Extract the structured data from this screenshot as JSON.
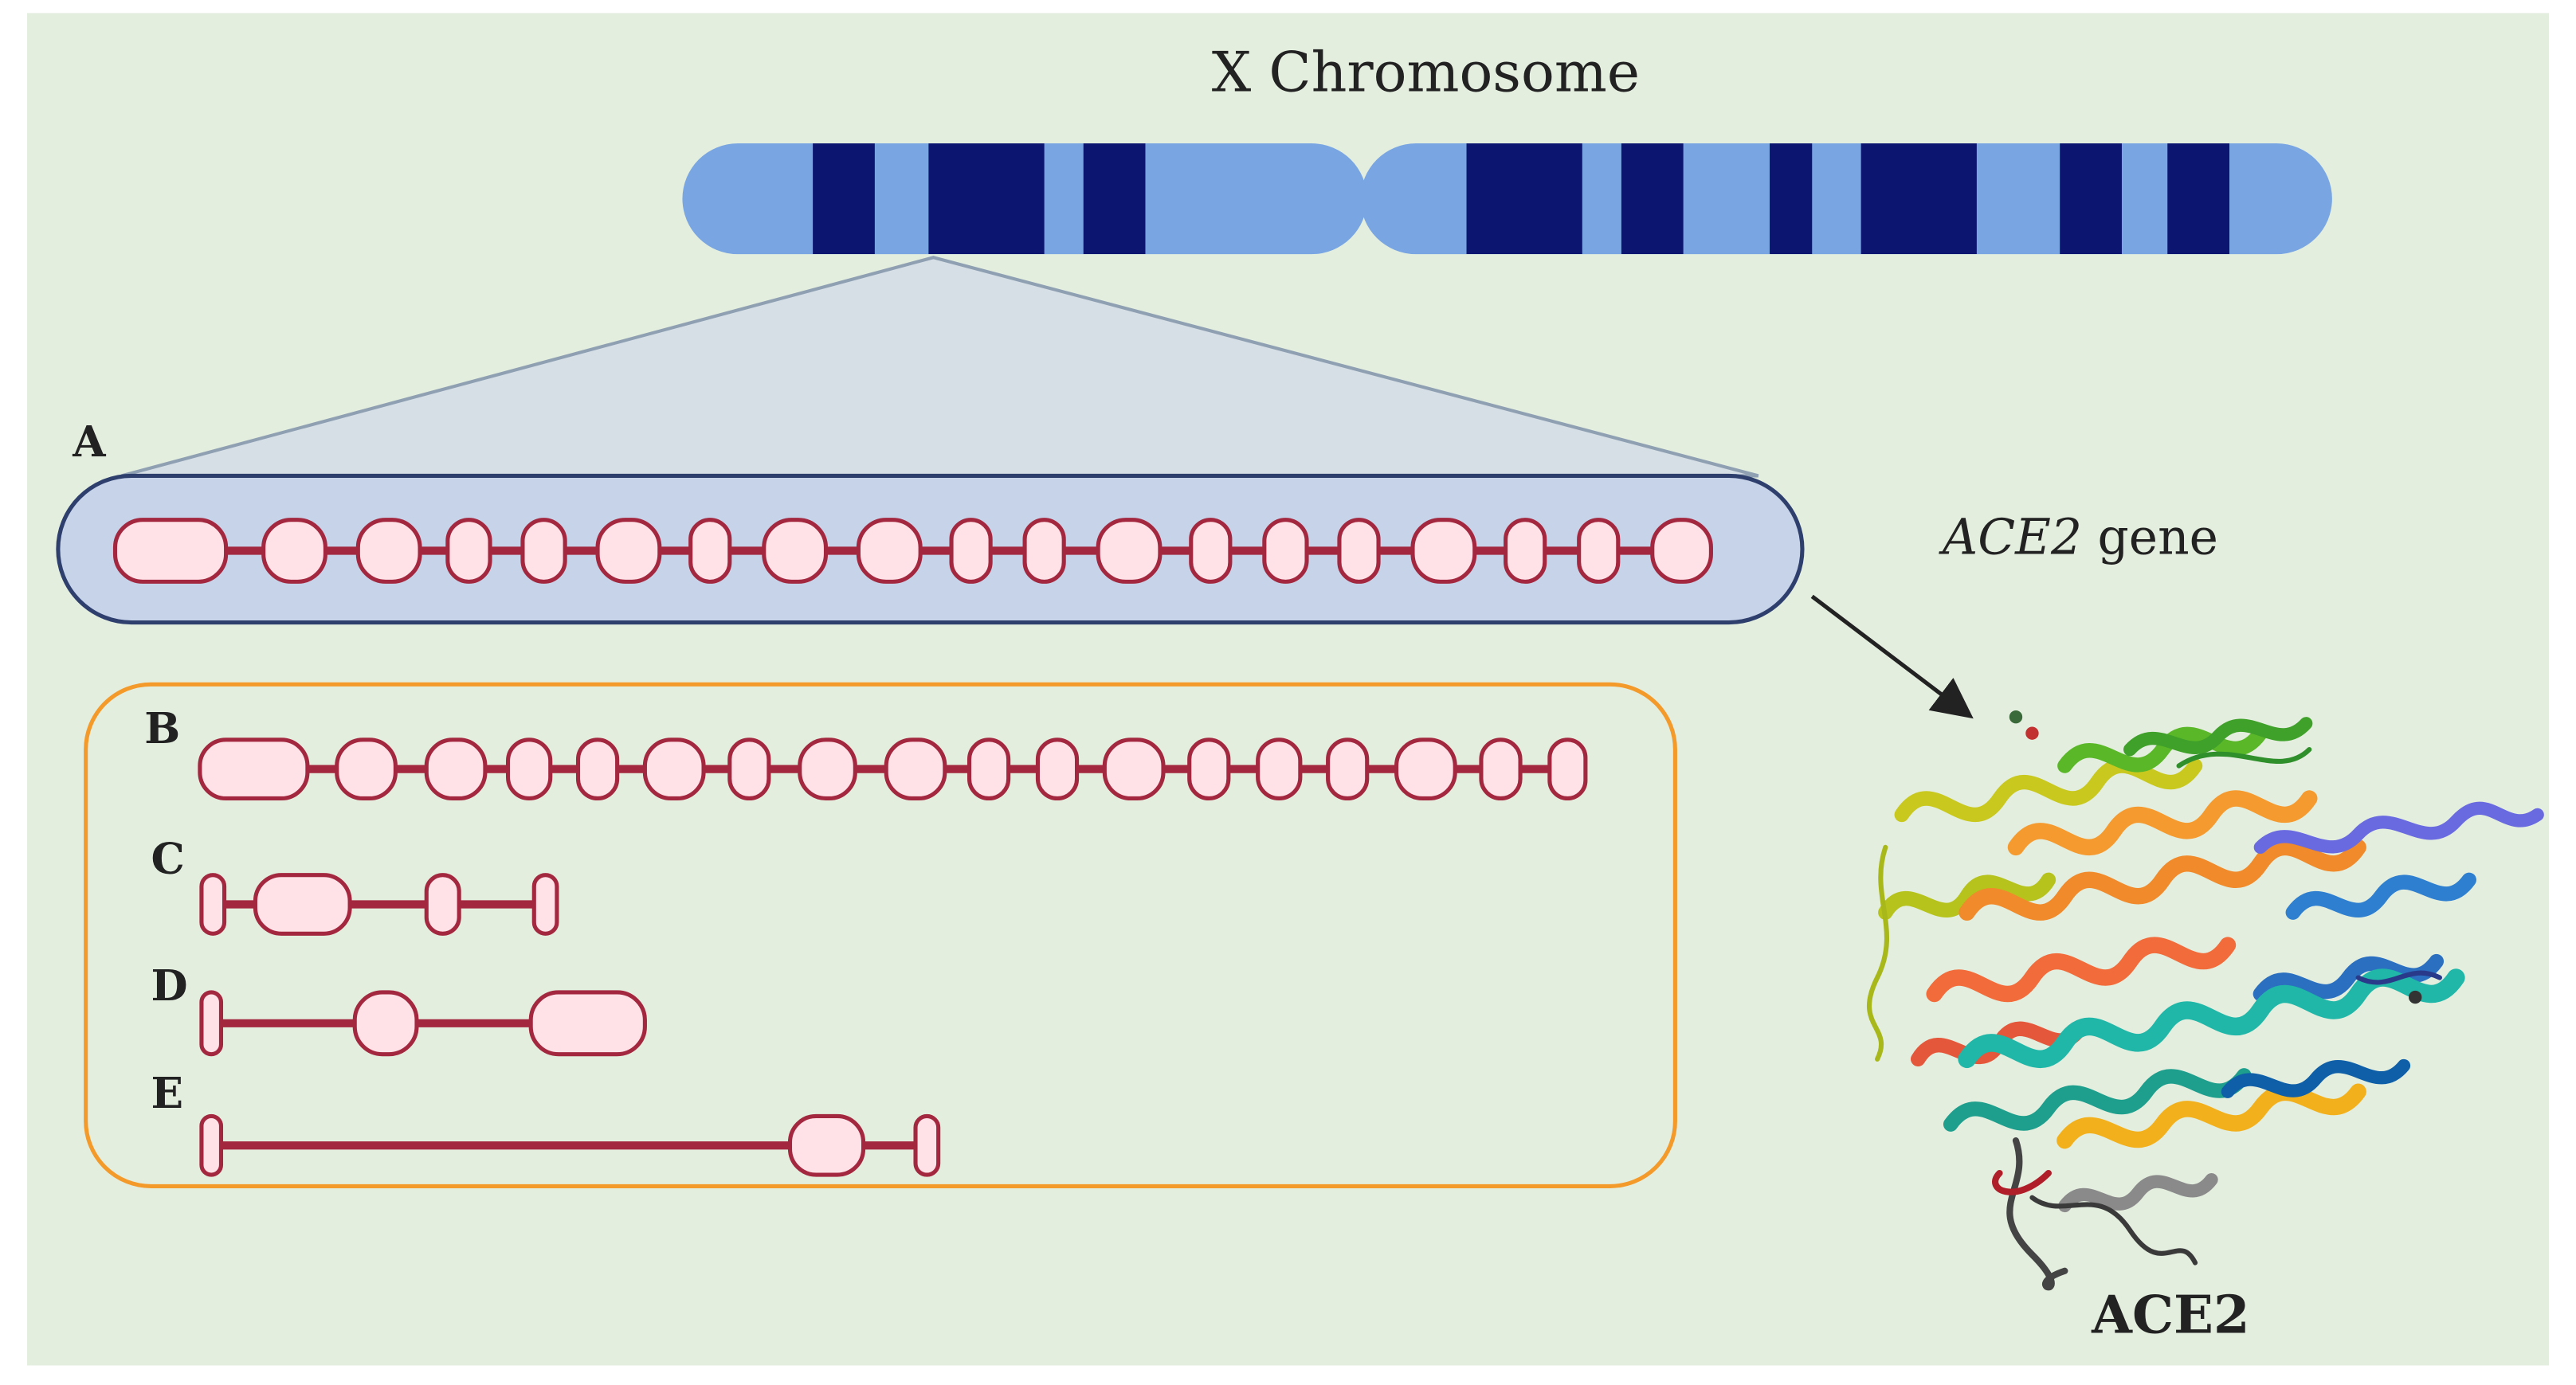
{
  "title": "X Chromosome",
  "gene_label": {
    "italic": "ACE2",
    "plain": " gene"
  },
  "protein_label": "ACE2",
  "track_labels": {
    "A": "A",
    "B": "B",
    "C": "C",
    "D": "D",
    "E": "E"
  },
  "colors": {
    "background": "#e4eedf",
    "chromosome_light": "#79a6e2",
    "chromosome_band": "#0c1670",
    "exon_fill": "#ffe2e7",
    "exon_stroke": "#a3283f",
    "intron": "#a3283f",
    "gene_box_fill": "#c7d3e8",
    "gene_box_stroke": "#2e3f6e",
    "variant_box_stroke": "#f39a2b",
    "zoom_fill": "#d6dfe6",
    "zoom_stroke": "#8fa0b3",
    "arrow": "#222222"
  }
}
